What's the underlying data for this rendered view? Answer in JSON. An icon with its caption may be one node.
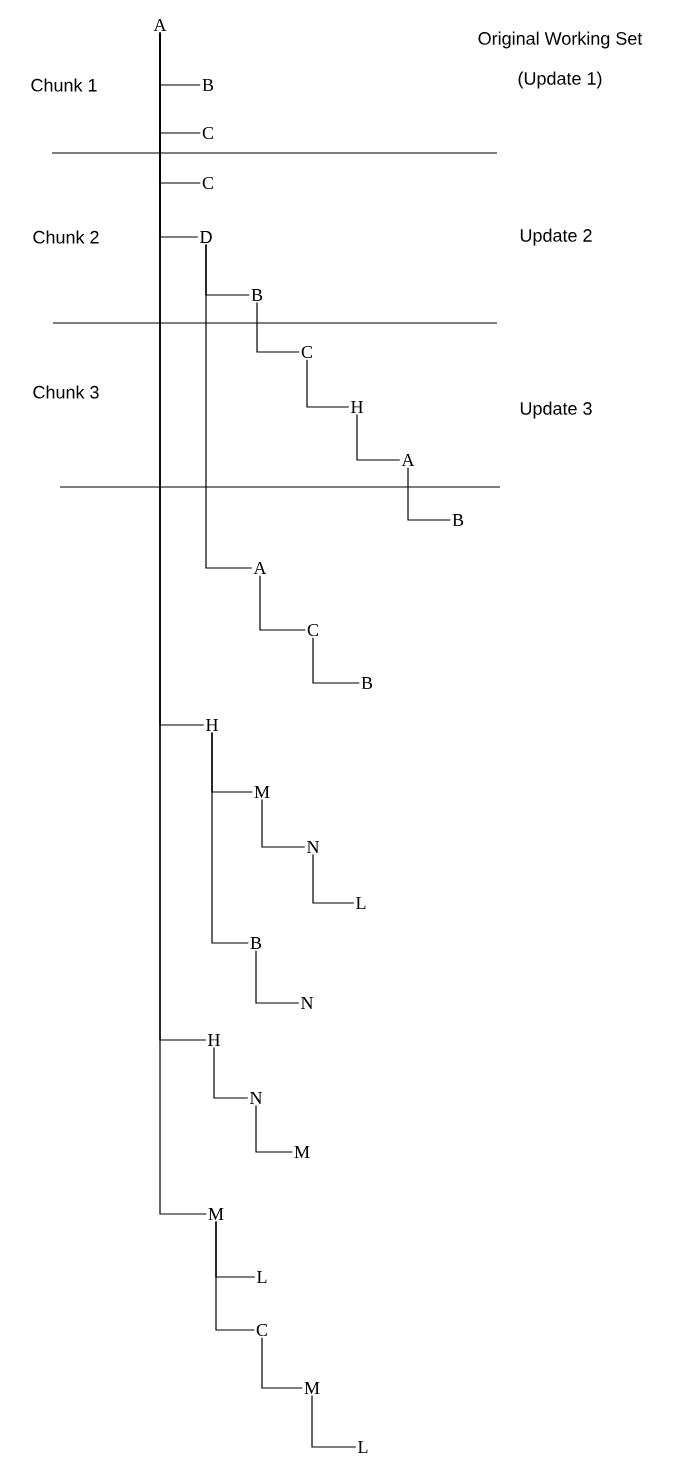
{
  "diagram": {
    "nodes": [
      {
        "text": [
          "A"
        ]
      },
      {
        "text": [
          "B"
        ]
      },
      {
        "text": [
          "C"
        ]
      },
      {
        "text": [
          "C"
        ]
      },
      {
        "text": [
          "D"
        ]
      },
      {
        "text": [
          "B"
        ]
      },
      {
        "text": [
          "C"
        ]
      },
      {
        "text": [
          "H"
        ]
      },
      {
        "text": [
          "A"
        ]
      },
      {
        "text": [
          "B"
        ]
      },
      {
        "text": [
          "A"
        ]
      },
      {
        "text": [
          "C"
        ]
      },
      {
        "text": [
          "B"
        ]
      },
      {
        "text": [
          "H"
        ]
      },
      {
        "text": [
          "M"
        ]
      },
      {
        "text": [
          "N"
        ]
      },
      {
        "text": [
          "L"
        ]
      },
      {
        "text": [
          "B"
        ]
      },
      {
        "text": [
          "N"
        ]
      },
      {
        "text": [
          "H"
        ]
      },
      {
        "text": [
          "N"
        ]
      },
      {
        "text": [
          "M"
        ]
      },
      {
        "text": [
          "M"
        ]
      },
      {
        "text": [
          "L"
        ]
      },
      {
        "text": [
          "C"
        ]
      },
      {
        "text": [
          "M"
        ]
      },
      {
        "text": [
          "L"
        ]
      }
    ],
    "edges": [
      {
        "from": 0,
        "to": 1,
        "arrow": "none"
      },
      {
        "from": 0,
        "to": 2,
        "arrow": "none"
      },
      {
        "from": 0,
        "to": 3,
        "arrow": "none"
      },
      {
        "from": 0,
        "to": 4,
        "arrow": "none"
      },
      {
        "from": 4,
        "to": 5,
        "arrow": "none"
      },
      {
        "from": 5,
        "to": 6,
        "arrow": "none"
      },
      {
        "from": 6,
        "to": 7,
        "arrow": "none"
      },
      {
        "from": 7,
        "to": 8,
        "arrow": "none"
      },
      {
        "from": 8,
        "to": 9,
        "arrow": "none"
      },
      {
        "from": 4,
        "to": 10,
        "arrow": "none"
      },
      {
        "from": 10,
        "to": 11,
        "arrow": "none"
      },
      {
        "from": 11,
        "to": 12,
        "arrow": "none"
      },
      {
        "from": 0,
        "to": 13,
        "arrow": "none"
      },
      {
        "from": 13,
        "to": 14,
        "arrow": "none"
      },
      {
        "from": 14,
        "to": 15,
        "arrow": "none"
      },
      {
        "from": 15,
        "to": 16,
        "arrow": "none"
      },
      {
        "from": 13,
        "to": 17,
        "arrow": "none"
      },
      {
        "from": 17,
        "to": 18,
        "arrow": "none"
      },
      {
        "from": 0,
        "to": 19,
        "arrow": "none"
      },
      {
        "from": 19,
        "to": 20,
        "arrow": "none"
      },
      {
        "from": 20,
        "to": 21,
        "arrow": "none"
      },
      {
        "from": 0,
        "to": 22,
        "arrow": "none"
      },
      {
        "from": 22,
        "to": 23,
        "arrow": "none"
      },
      {
        "from": 22,
        "to": 24,
        "arrow": "none"
      },
      {
        "from": 24,
        "to": 25,
        "arrow": "none"
      },
      {
        "from": 25,
        "to": 26,
        "arrow": "none"
      }
    ],
    "labels": [
      "Original Working Set",
      "Chunk 1",
      "(Update 1)",
      "Chunk 2",
      "Update 2",
      "Chunk 3",
      "Update 3"
    ]
  }
}
